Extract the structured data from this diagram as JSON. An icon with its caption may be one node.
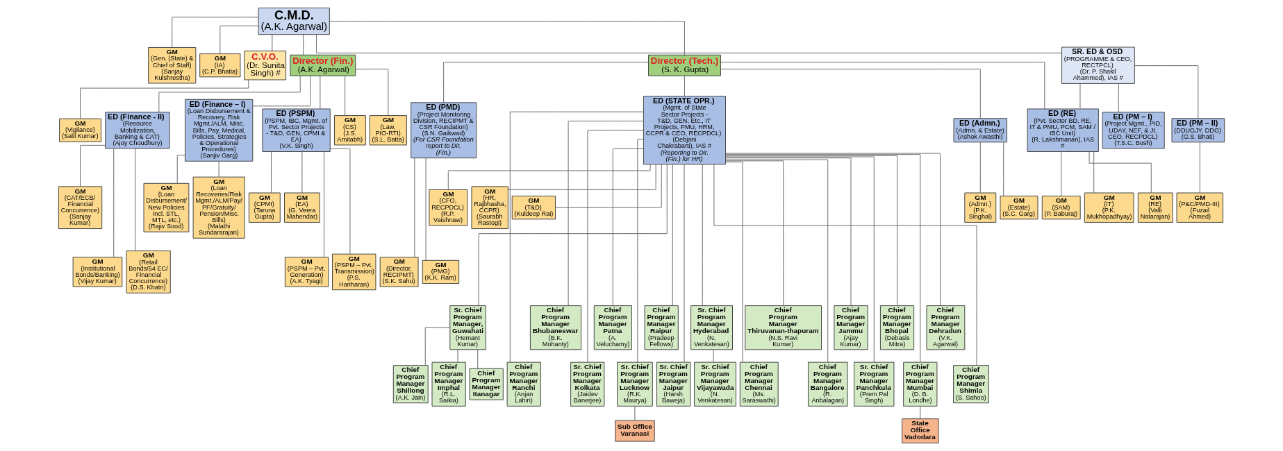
{
  "diagram": {
    "nodes": [
      {
        "text": [
          "C.M.D.",
          "(A.K. Agarwal)"
        ]
      },
      {
        "text": [
          "GM",
          "(Gen. (State) & Chief of Staff)",
          "(Sanjay Kulshrestha)"
        ]
      },
      {
        "text": [
          "GM",
          "(IA)",
          "(C.P. Bhatia)"
        ]
      },
      {
        "text": [
          "C.V.O.",
          "(Dr. Sunita Singh) #"
        ]
      },
      {
        "text": [
          "Director (Fin.)",
          "(A.K. Agarwal)"
        ]
      },
      {
        "text": [
          "Director (Tech.)",
          "(S. K. Gupta)"
        ]
      },
      {
        "text": [
          "SR. ED & OSD",
          "(PROGRAMME & CEO, RECTPCL)",
          "(Dr. P. Shakil Ahammed), IAS #"
        ]
      },
      {
        "text": [
          "ED (Finance - II)",
          "(Resource Mobilization, Banking & CAT)",
          "(Ajoy Choudhury)"
        ]
      },
      {
        "text": [
          "ED (Finance – I)",
          "(Loan Disbursement & Recovery, Risk Mgmt./ALM, Misc. Bills, Pay, Medical, Policies, Strategies & Operational Procedures)",
          "(Sanjiv Garg)"
        ]
      },
      {
        "text": [
          "ED (PSPM)",
          "(PSPM, IBC, Mgmt. of Pvt. Sector Projects - T&D, GEN, CPMI & EA)",
          "(V.K. Singh)"
        ]
      },
      {
        "text": [
          "ED (PMD)",
          "(Project Monitoring Division, RECIPMT & CSR Foundation)",
          "(S.N. Gaikwad)",
          "(For CSR Foundation report to Dir. (Fin.)"
        ]
      },
      {
        "text": [
          "ED (STATE OPR.)",
          "(Mgmt. of State Sector Projects - T&D, GEN, Etc., IT Projects, PMU, HRM, CCPR & CEO, RECPDCL)",
          "(Debjani Chakrabarti), IAS #",
          "(Reporting to Dir. (Fin.) for HR)"
        ]
      },
      {
        "text": [
          "ED (Admn.)",
          "(Admn. & Estate)",
          "(Ashok Awasthi)"
        ]
      },
      {
        "text": [
          "ED (RE)",
          "(Pvt. Sector BD, RE, IT & PMU, PCM, SAM / IBC Unit)",
          "(R. Lakshmanan), IAS #"
        ]
      },
      {
        "text": [
          "ED (PM – I)",
          "(Project Mgmt., PID, UDAY, NEF, & Jt. CEO, RECPDCL)",
          "(T.S.C. Bosh)"
        ]
      },
      {
        "text": [
          "ED (PM – II)",
          "(DDUGJY, DDG)",
          "(G.S. Bhati)"
        ]
      },
      {
        "text": [
          "GM",
          "(Vigilance)",
          "(Salil Kumar)"
        ]
      },
      {
        "text": [
          "GM",
          "(CS)",
          "(J.S. Amitabh)"
        ]
      },
      {
        "text": [
          "GM",
          "(Law, PIO-RTI)",
          "(S.L. Batta)"
        ]
      },
      {
        "text": [
          "GM",
          "(CAT/ECB/ Financial Concurrence)",
          "(Sanjay Kumar)"
        ]
      },
      {
        "text": [
          "GM",
          "(Loan Disbursement/ New Policies incl. STL, MTL, etc.)",
          "(Rajiv Sood)"
        ]
      },
      {
        "text": [
          "GM",
          "(Loan Recoveries/Risk Mgmt./ALM/Pay/ PF/Gratuity/ Pension/Misc. Bills)",
          "(Malathi Sundararajan)"
        ]
      },
      {
        "text": [
          "GM",
          "(CPMI)",
          "(Taruna Gupta)"
        ]
      },
      {
        "text": [
          "GM",
          "(EA)",
          "(G. Veera Mahendar)"
        ]
      },
      {
        "text": [
          "GM",
          "(CFO, RECPDCL)",
          "(R.P. Vaishnaw)"
        ]
      },
      {
        "text": [
          "GM",
          "(HR, Rajbhasha, CCPR)",
          "(Saurabh Rastogi)"
        ]
      },
      {
        "text": [
          "GM",
          "(T&D)",
          "(Kuldeep Rai)"
        ]
      },
      {
        "text": [
          "GM",
          "(Admn.)",
          "(P.K. Singhal)"
        ]
      },
      {
        "text": [
          "GM",
          "(Estate)",
          "(S.C. Garg)"
        ]
      },
      {
        "text": [
          "GM",
          "(SAM)",
          "(P. Baburaj)"
        ]
      },
      {
        "text": [
          "GM",
          "(IT)",
          "(P.K. Mukhopadhyay)"
        ]
      },
      {
        "text": [
          "GM",
          "(RE)",
          "(Valli Natarajan)"
        ]
      },
      {
        "text": [
          "GM",
          "(P&C/PMD-III)",
          "(Fuzail Ahmed)"
        ]
      },
      {
        "text": [
          "GM",
          "(Institutional Bonds/Banking)",
          "(Vijay Kumar)"
        ]
      },
      {
        "text": [
          "GM",
          "(Retail Bonds/54 EC/ Financial Concurrence)",
          "(D.S. Khatri)"
        ]
      },
      {
        "text": [
          "GM",
          "(PSPM – Pvt. Generation)",
          "(A.K. Tyagi)"
        ]
      },
      {
        "text": [
          "GM",
          "(PSPM – Pvt. Transmission)",
          "(P.S. Hariharan)"
        ]
      },
      {
        "text": [
          "GM",
          "(Director, RECIPMT)",
          "(S.K. Sahu)"
        ]
      },
      {
        "text": [
          "GM",
          "(PMG)",
          "(K.K. Ram)"
        ]
      },
      {
        "text": [
          "Sr. Chief Program Manager, Guwahati",
          "(Hemant Kumar)"
        ]
      },
      {
        "text": [
          "Chief Program Manager Ranchi",
          "(Anjan Lahiri)"
        ]
      },
      {
        "text": [
          "Chief Program Manager Bhubaneswar",
          "(B.K. Mohanty)"
        ]
      },
      {
        "text": [
          "Sr. Chief Program Manager Kolkata",
          "(Jaidev Banerjee)"
        ]
      },
      {
        "text": [
          "Chief Program Manager Patna",
          "(A. Veluchamy)"
        ]
      },
      {
        "text": [
          "Sr. Chief Program Manager Lucknow",
          "(R.K. Maurya)"
        ]
      },
      {
        "text": [
          "Chief Program Manager Raipur",
          "(Pradeep Fellows)"
        ]
      },
      {
        "text": [
          "Sr. Chief Program Manager Jaipur",
          "(Harsh Baweja)"
        ]
      },
      {
        "text": [
          "Sr. Chief Program Manager Hyderabad",
          "(N. Venkatesan)"
        ]
      },
      {
        "text": [
          "Chief Program Manager Chennai",
          "(Ms. Saraswathi)"
        ]
      },
      {
        "text": [
          "Chief Program Manager Thiruvanan-thapuram",
          "(N.S. Ravi Kumar)"
        ]
      },
      {
        "text": [
          "Chief Program Manager Bangalore",
          "(R. Anbalagan)"
        ]
      },
      {
        "text": [
          "Chief Program Manager Jammu",
          "(Ajay Kumar)"
        ]
      },
      {
        "text": [
          "Sr. Chief Program Manager Panchkula",
          "(Prem Pal Singh)"
        ]
      },
      {
        "text": [
          "Chief Program Manager Bhopal",
          "(Debasis Mitra)"
        ]
      },
      {
        "text": [
          "Chief Program Manager Mumbai",
          "(D. B. Londhe)"
        ]
      },
      {
        "text": [
          "Chief Program Manager Shillong",
          "(A.K. Jain)"
        ]
      },
      {
        "text": [
          "Chief Program Manager Imphal",
          "(R.L. Saikia)"
        ]
      },
      {
        "text": [
          "Chief Program Manager Itanagar"
        ]
      },
      {
        "text": [
          "Chief Program Manager Dehradun",
          "(V.K. Agarwal)"
        ]
      },
      {
        "text": [
          "Sub Office Varanasi"
        ]
      },
      {
        "text": [
          "Sr. Chief Program Manager Vijayawada",
          "(N. Venkatesan)"
        ]
      },
      {
        "text": [
          "Chief Program Manager Shimla",
          "(S. Sahoo)"
        ]
      },
      {
        "text": [
          "State Office Vadodara"
        ]
      }
    ],
    "edges": [
      {
        "from": 0,
        "to": 3,
        "arrow": "none"
      },
      {
        "from": 0,
        "to": 4,
        "arrow": "none"
      },
      {
        "from": 0,
        "to": 1,
        "arrow": "none"
      },
      {
        "from": 0,
        "to": 2,
        "arrow": "none"
      },
      {
        "from": 0,
        "to": 5,
        "arrow": "none"
      },
      {
        "from": 0,
        "to": 6,
        "arrow": "none"
      },
      {
        "from": 3,
        "to": 16,
        "arrow": "none"
      },
      {
        "from": 4,
        "to": 17,
        "arrow": "none"
      },
      {
        "from": 4,
        "to": 18,
        "arrow": "none"
      },
      {
        "from": 4,
        "to": 7,
        "arrow": "none"
      },
      {
        "from": 4,
        "to": 8,
        "arrow": "none"
      },
      {
        "from": 4,
        "to": 9,
        "arrow": "none"
      },
      {
        "from": 7,
        "to": 19,
        "arrow": "none"
      },
      {
        "from": 7,
        "to": 33,
        "arrow": "none"
      },
      {
        "from": 7,
        "to": 34,
        "arrow": "none"
      },
      {
        "from": 8,
        "to": 20,
        "arrow": "none"
      },
      {
        "from": 8,
        "to": 21,
        "arrow": "none"
      },
      {
        "from": 9,
        "to": 22,
        "arrow": "none"
      },
      {
        "from": 9,
        "to": 23,
        "arrow": "none"
      },
      {
        "from": 9,
        "to": 35,
        "arrow": "none"
      },
      {
        "from": 9,
        "to": 36,
        "arrow": "none"
      },
      {
        "from": 5,
        "to": 10,
        "arrow": "none"
      },
      {
        "from": 5,
        "to": 11,
        "arrow": "none"
      },
      {
        "from": 5,
        "to": 12,
        "arrow": "none"
      },
      {
        "from": 5,
        "to": 13,
        "arrow": "none"
      },
      {
        "from": 10,
        "to": 37,
        "arrow": "none"
      },
      {
        "from": 10,
        "to": 38,
        "arrow": "none"
      },
      {
        "from": 11,
        "to": 24,
        "arrow": "none"
      },
      {
        "from": 11,
        "to": 25,
        "arrow": "none"
      },
      {
        "from": 11,
        "to": 26,
        "arrow": "none"
      },
      {
        "from": 12,
        "to": 27,
        "arrow": "none"
      },
      {
        "from": 12,
        "to": 28,
        "arrow": "none"
      },
      {
        "from": 13,
        "to": 29,
        "arrow": "none"
      },
      {
        "from": 13,
        "to": 30,
        "arrow": "none"
      },
      {
        "from": 13,
        "to": 31,
        "arrow": "none"
      },
      {
        "from": 6,
        "to": 13,
        "arrow": "none"
      },
      {
        "from": 6,
        "to": 14,
        "arrow": "none"
      },
      {
        "from": 6,
        "to": 15,
        "arrow": "none"
      },
      {
        "from": 15,
        "to": 32,
        "arrow": "none"
      },
      {
        "from": 11,
        "to": 39,
        "arrow": "none"
      },
      {
        "from": 11,
        "to": 40,
        "arrow": "none"
      },
      {
        "from": 11,
        "to": 41,
        "arrow": "none"
      },
      {
        "from": 11,
        "to": 42,
        "arrow": "none"
      },
      {
        "from": 11,
        "to": 43,
        "arrow": "none"
      },
      {
        "from": 11,
        "to": 58,
        "arrow": "none"
      },
      {
        "from": 11,
        "to": 44,
        "arrow": "none"
      },
      {
        "from": 11,
        "to": 45,
        "arrow": "none"
      },
      {
        "from": 11,
        "to": 46,
        "arrow": "none"
      },
      {
        "from": 11,
        "to": 47,
        "arrow": "none"
      },
      {
        "from": 11,
        "to": 48,
        "arrow": "none"
      },
      {
        "from": 11,
        "to": 49,
        "arrow": "none"
      },
      {
        "from": 11,
        "to": 50,
        "arrow": "none"
      },
      {
        "from": 11,
        "to": 51,
        "arrow": "none"
      },
      {
        "from": 11,
        "to": 61,
        "arrow": "none"
      },
      {
        "from": 11,
        "to": 52,
        "arrow": "none"
      },
      {
        "from": 11,
        "to": 53,
        "arrow": "none"
      },
      {
        "from": 11,
        "to": 54,
        "arrow": "none"
      },
      {
        "from": 39,
        "to": 55,
        "arrow": "none"
      },
      {
        "from": 39,
        "to": 56,
        "arrow": "none"
      },
      {
        "from": 39,
        "to": 57,
        "arrow": "none"
      },
      {
        "from": 44,
        "to": 59,
        "arrow": "none"
      },
      {
        "from": 47,
        "to": 60,
        "arrow": "none"
      },
      {
        "from": 54,
        "to": 62,
        "arrow": "none"
      }
    ]
  }
}
